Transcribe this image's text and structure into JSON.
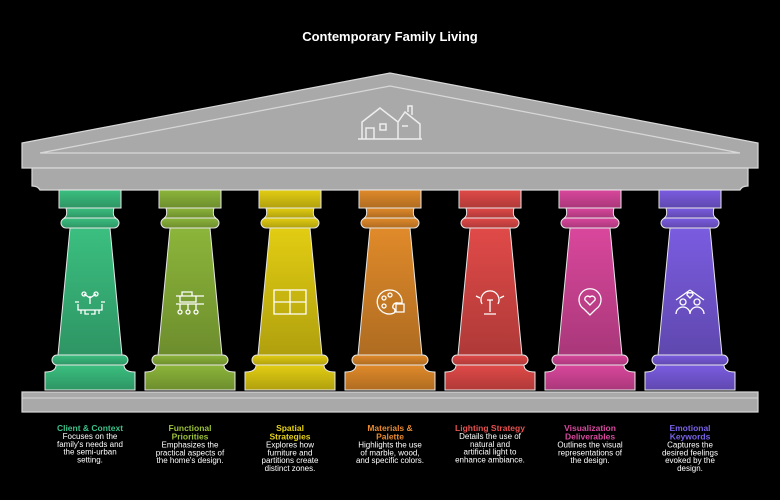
{
  "title": "Contemporary Family Living",
  "roof_icon": "house-icon",
  "pillars": [
    {
      "title_lines": [
        "Client & Context"
      ],
      "desc_lines": [
        "Focuses on the",
        "family's needs and",
        "the semi-urban",
        "setting."
      ],
      "color": "#3bbf80",
      "label_color": "#3cc08a",
      "icon": "family-table-icon"
    },
    {
      "title_lines": [
        "Functional",
        "Priorities"
      ],
      "desc_lines": [
        "Emphasizes the",
        "practical aspects of",
        "the home's design."
      ],
      "color": "#8cb53a",
      "label_color": "#9cc23a",
      "icon": "kitchen-layout-icon"
    },
    {
      "title_lines": [
        "Spatial",
        "Strategies"
      ],
      "desc_lines": [
        "Explores how",
        "furniture and",
        "partitions create",
        "distinct zones."
      ],
      "color": "#e2cd12",
      "label_color": "#e6d21a",
      "icon": "floor-plan-icon"
    },
    {
      "title_lines": [
        "Materials &",
        "Palette"
      ],
      "desc_lines": [
        "Highlights the use",
        "of marble, wood,",
        "and specific colors."
      ],
      "color": "#e08a2a",
      "label_color": "#e88a30",
      "icon": "palette-icon"
    },
    {
      "title_lines": [
        "Lighting Strategy"
      ],
      "desc_lines": [
        "Details the use of",
        "natural and",
        "artificial light to",
        "enhance ambiance."
      ],
      "color": "#e04a48",
      "label_color": "#e85050",
      "icon": "lamp-icon"
    },
    {
      "title_lines": [
        "Visualization",
        "Deliverables"
      ],
      "desc_lines": [
        "Outlines the visual",
        "representations of",
        "the design."
      ],
      "color": "#d9479c",
      "label_color": "#d94aa0",
      "icon": "heart-badge-icon"
    },
    {
      "title_lines": [
        "Emotional",
        "Keywords"
      ],
      "desc_lines": [
        "Captures the",
        "desired feelings",
        "evoked by the",
        "design."
      ],
      "color": "#7a5ce0",
      "label_color": "#7a62e6",
      "icon": "people-heart-icon"
    }
  ]
}
